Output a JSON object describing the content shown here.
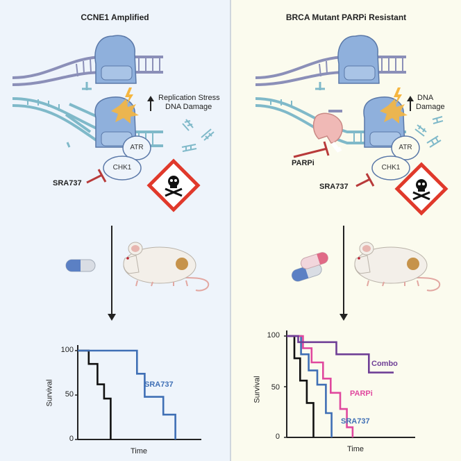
{
  "left": {
    "title": "CCNE1 Amplified",
    "annotation_line1": "Replication Stress",
    "annotation_line2": "DNA Damage",
    "drug": "SRA737",
    "atr": "ATR",
    "chk1": "CHK1"
  },
  "right": {
    "title": "BRCA Mutant PARPi Resistant",
    "annotation_line1": "DNA",
    "annotation_line2": "Damage",
    "drug": "SRA737",
    "drug2": "PARPi",
    "atr": "ATR",
    "chk1": "CHK1"
  },
  "colors": {
    "left_bg": "#eef4fb",
    "right_bg": "#fbfbee",
    "dna_strand": "#8b8fb8",
    "dna_teal": "#7fb9c9",
    "polymerase": "#8fb0dc",
    "inhibit_red": "#b83a3a",
    "hazard_red": "#e0392b",
    "sra737_blue": "#3f6fb5",
    "parpi_pink": "#e0489e",
    "combo_purple": "#6f3f96",
    "control_black": "#111111"
  },
  "icons": [
    "pill-icon",
    "mouse-icon",
    "skull-crossbones-icon",
    "lightning-icon",
    "arrow-up-icon",
    "arrow-down-icon"
  ],
  "chart_data": [
    {
      "type": "line",
      "title": "",
      "xlabel": "Time",
      "ylabel": "Survival",
      "yticks": [
        0,
        50,
        100
      ],
      "ylim": [
        0,
        100
      ],
      "xlim": [
        0,
        10
      ],
      "step": true,
      "series": [
        {
          "name": "",
          "color": "#111111",
          "x": [
            0,
            1,
            1,
            1.8,
            1.8,
            2.4,
            2.4,
            3,
            3
          ],
          "y": [
            100,
            100,
            85,
            85,
            62,
            62,
            46,
            46,
            0
          ]
        },
        {
          "name": "SRA737",
          "color": "#3f6fb5",
          "x": [
            0,
            5.4,
            5.4,
            6.1,
            6.1,
            7.8,
            7.8,
            8.9,
            8.9
          ],
          "y": [
            100,
            100,
            74,
            74,
            48,
            48,
            28,
            28,
            0
          ]
        }
      ]
    },
    {
      "type": "line",
      "title": "",
      "xlabel": "Time",
      "ylabel": "Survival",
      "yticks": [
        0,
        50,
        100
      ],
      "ylim": [
        0,
        100
      ],
      "xlim": [
        0,
        12
      ],
      "step": true,
      "series": [
        {
          "name": "",
          "color": "#111111",
          "x": [
            0,
            0.8,
            0.8,
            1.4,
            1.4,
            2.1,
            2.1,
            2.8,
            2.8
          ],
          "y": [
            100,
            100,
            78,
            78,
            56,
            56,
            34,
            34,
            0
          ]
        },
        {
          "name": "SRA737",
          "color": "#3f6fb5",
          "x": [
            0,
            1.5,
            1.5,
            2.3,
            2.3,
            3.2,
            3.2,
            4.1,
            4.1,
            4.7,
            4.7
          ],
          "y": [
            100,
            100,
            82,
            82,
            66,
            66,
            52,
            52,
            24,
            24,
            0
          ]
        },
        {
          "name": "PARPi",
          "color": "#e0489e",
          "x": [
            0,
            1.7,
            1.7,
            2.6,
            2.6,
            3.8,
            3.8,
            4.6,
            4.6,
            5.6,
            5.6,
            6.3,
            6.3,
            6.9,
            6.9
          ],
          "y": [
            100,
            100,
            88,
            88,
            74,
            74,
            58,
            58,
            44,
            44,
            28,
            28,
            10,
            10,
            0
          ]
        },
        {
          "name": "Combo",
          "color": "#6f3f96",
          "x": [
            0,
            1.2,
            1.2,
            5.2,
            5.2,
            8.6,
            8.6,
            11.2
          ],
          "y": [
            100,
            100,
            94,
            94,
            82,
            82,
            64,
            64
          ]
        }
      ]
    }
  ]
}
